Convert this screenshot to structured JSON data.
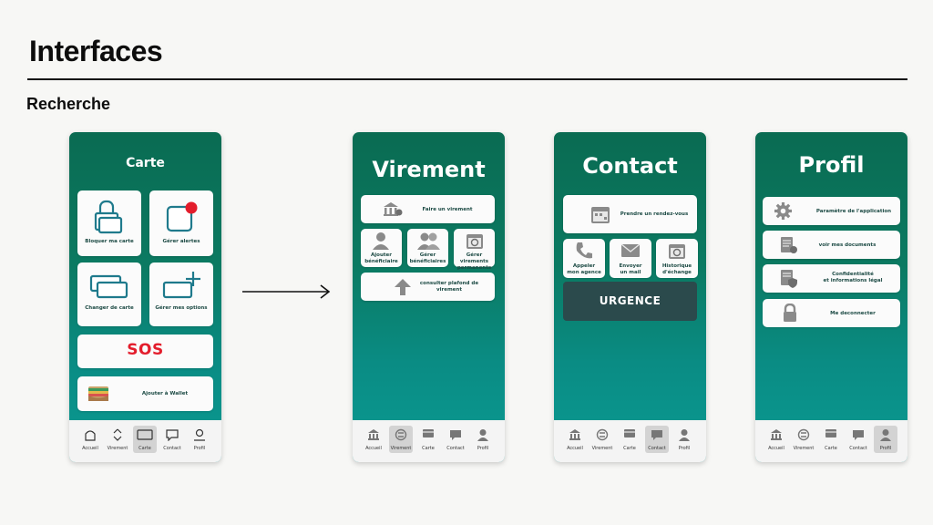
{
  "page": {
    "title": "Interfaces",
    "section": "Recherche"
  },
  "nav_labels": {
    "accueil": "Accueil",
    "virement": "Virement",
    "carte": "Carte",
    "contact": "Contact",
    "profil": "Profil"
  },
  "carte_screen": {
    "title": "Carte",
    "tiles": {
      "bloquer": "Bloquer ma carte",
      "alertes": "Gérer alertes",
      "changer": "Changer de carte",
      "options": "Gérer mes options",
      "sos": "SOS",
      "wallet": "Ajouter à Wallet"
    }
  },
  "virement_screen": {
    "title": "Virement",
    "faire": "Faire un virement",
    "ajouter_1": "Ajouter",
    "ajouter_2": "bénéficiaire",
    "gerer_1": "Gérer",
    "gerer_2": "bénéficiaires",
    "permanents_1": "Gérer virements",
    "permanents_2": "permanents",
    "plafond_1": "consulter plafond de",
    "plafond_2": "virement"
  },
  "contact_screen": {
    "title": "Contact",
    "rdv": "Prendre un rendez-vous",
    "appeler_1": "Appeler",
    "appeler_2": "mon agence",
    "mail_1": "Envoyer",
    "mail_2": "un mail",
    "histo_1": "Historique",
    "histo_2": "d'échange",
    "urgence": "URGENCE"
  },
  "profil_screen": {
    "title": "Profil",
    "parametre": "Paramètre de l'application",
    "documents": "voir mes documents",
    "confid_1": "Confidentialité",
    "confid_2": "et informations légal",
    "deconnect": "Me deconnecter"
  },
  "colors": {
    "primary": "#0a6b52",
    "teal": "#0a9a92",
    "sos": "#e31d2c",
    "urgence": "#2b4a4c"
  }
}
